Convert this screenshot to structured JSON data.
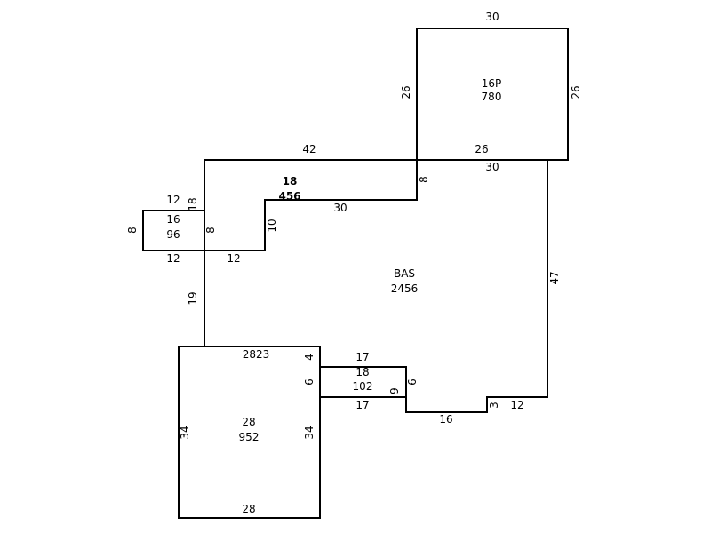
{
  "colors": {
    "line": "#000000",
    "background": "#ffffff"
  },
  "areas": {
    "porch": {
      "code": "16P",
      "sqft": "780"
    },
    "bas": {
      "code": "BAS",
      "sqft": "2456"
    },
    "notch": {
      "code": "18",
      "sqft": "456"
    },
    "bump": {
      "code": "16",
      "sqft": "96"
    },
    "connector": {
      "code": "18",
      "sqft": "102"
    },
    "garage": {
      "code": "28",
      "sqft": "952"
    }
  },
  "dims": {
    "porch_top": "30",
    "porch_left": "26",
    "porch_right": "26",
    "porch_bottom": "26",
    "bas_top_left": "42",
    "bas_top_right": "30",
    "bas_right": "47",
    "notch_right": "8",
    "notch_bottom": "30",
    "notch_left": "10",
    "notch_floor": "12",
    "bas_left_upper": "18",
    "bump_right": "8",
    "bas_left_lower": "19",
    "bump_top": "12",
    "bump_left": "8",
    "bump_bottom": "12",
    "garage_top": "2823",
    "garage_right_upper": "4",
    "garage_right_mid": "6",
    "garage_left": "34",
    "garage_right": "34",
    "garage_bottom": "28",
    "conn_top": "17",
    "conn_bottom": "17",
    "conn_inner": "9",
    "conn_right": "6",
    "bas_bottom_mid": "16",
    "bas_step": "3",
    "bas_bottom_right": "12"
  }
}
